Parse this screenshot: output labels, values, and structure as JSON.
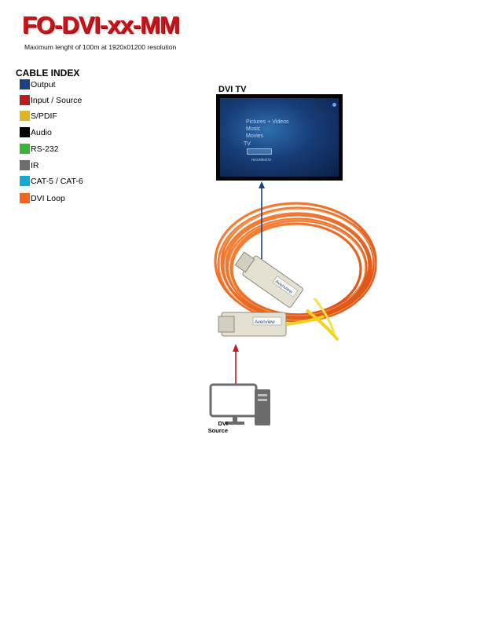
{
  "header": {
    "title": "FO-DVI-xx-MM",
    "subtitle": "Maximum lenght of 100m at 1920x01200 resolution"
  },
  "legend": {
    "heading": "CABLE INDEX",
    "items": [
      {
        "label": "Output",
        "color": "#1f3f86"
      },
      {
        "label": "Input / Source",
        "color": "#b81d1d"
      },
      {
        "label": "S/PDIF",
        "color": "#e3b51a"
      },
      {
        "label": "Audio",
        "color": "#000000"
      },
      {
        "label": "RS-232",
        "color": "#39b33a"
      },
      {
        "label": "IR",
        "color": "#6e6e6e"
      },
      {
        "label": "CAT-5 / CAT-6",
        "color": "#19a9cf"
      },
      {
        "label": "DVI Loop",
        "color": "#f26522"
      }
    ]
  },
  "display": {
    "label": "DVI TV",
    "menu": [
      "Pictures + Videos",
      "Music",
      "Movies",
      "TV",
      "recorded tv"
    ]
  },
  "device_labels": {
    "receiver_brand": "Avenview",
    "transmitter_brand": "Avenview"
  },
  "source": {
    "label_line1": "DVI",
    "label_line2": "Source"
  },
  "colors": {
    "title_red": "#c8141b",
    "output_arrow": "#1f3f86",
    "input_arrow": "#b81d1d",
    "cable_orange": "#f26522"
  }
}
